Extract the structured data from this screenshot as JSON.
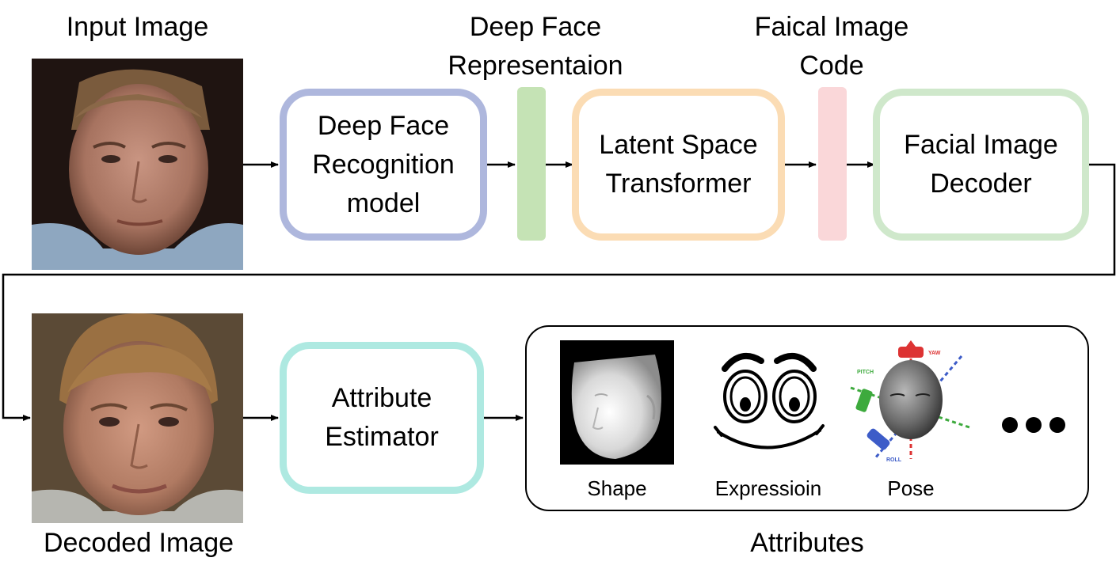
{
  "labels": {
    "input_image": "Input Image",
    "deep_face_line1": "Deep Face",
    "deep_face_line2": "Representaion",
    "facial_code_line1": "Faical Image",
    "facial_code_line2": "Code",
    "decoded_image": "Decoded Image",
    "attributes": "Attributes"
  },
  "boxes": {
    "recognition": [
      "Deep Face",
      "Recognition",
      "model"
    ],
    "transformer": [
      "Latent Space",
      "Transformer"
    ],
    "decoder": [
      "Facial Image",
      "Decoder"
    ],
    "estimator": [
      "Attribute",
      "Estimator"
    ]
  },
  "attributes": {
    "shape": "Shape",
    "expression": "Expressioin",
    "pose": "Pose",
    "pose_axes": {
      "yaw": "YAW",
      "pitch": "PITCH",
      "roll": "ROLL"
    }
  },
  "colors": {
    "recognition_border": "#aeb7dd",
    "representation_bar": "#c5e3b5",
    "transformer_border": "#fbdcb4",
    "code_bar": "#fad7d9",
    "decoder_border": "#cfe8cb",
    "estimator_border": "#aee9e1"
  }
}
